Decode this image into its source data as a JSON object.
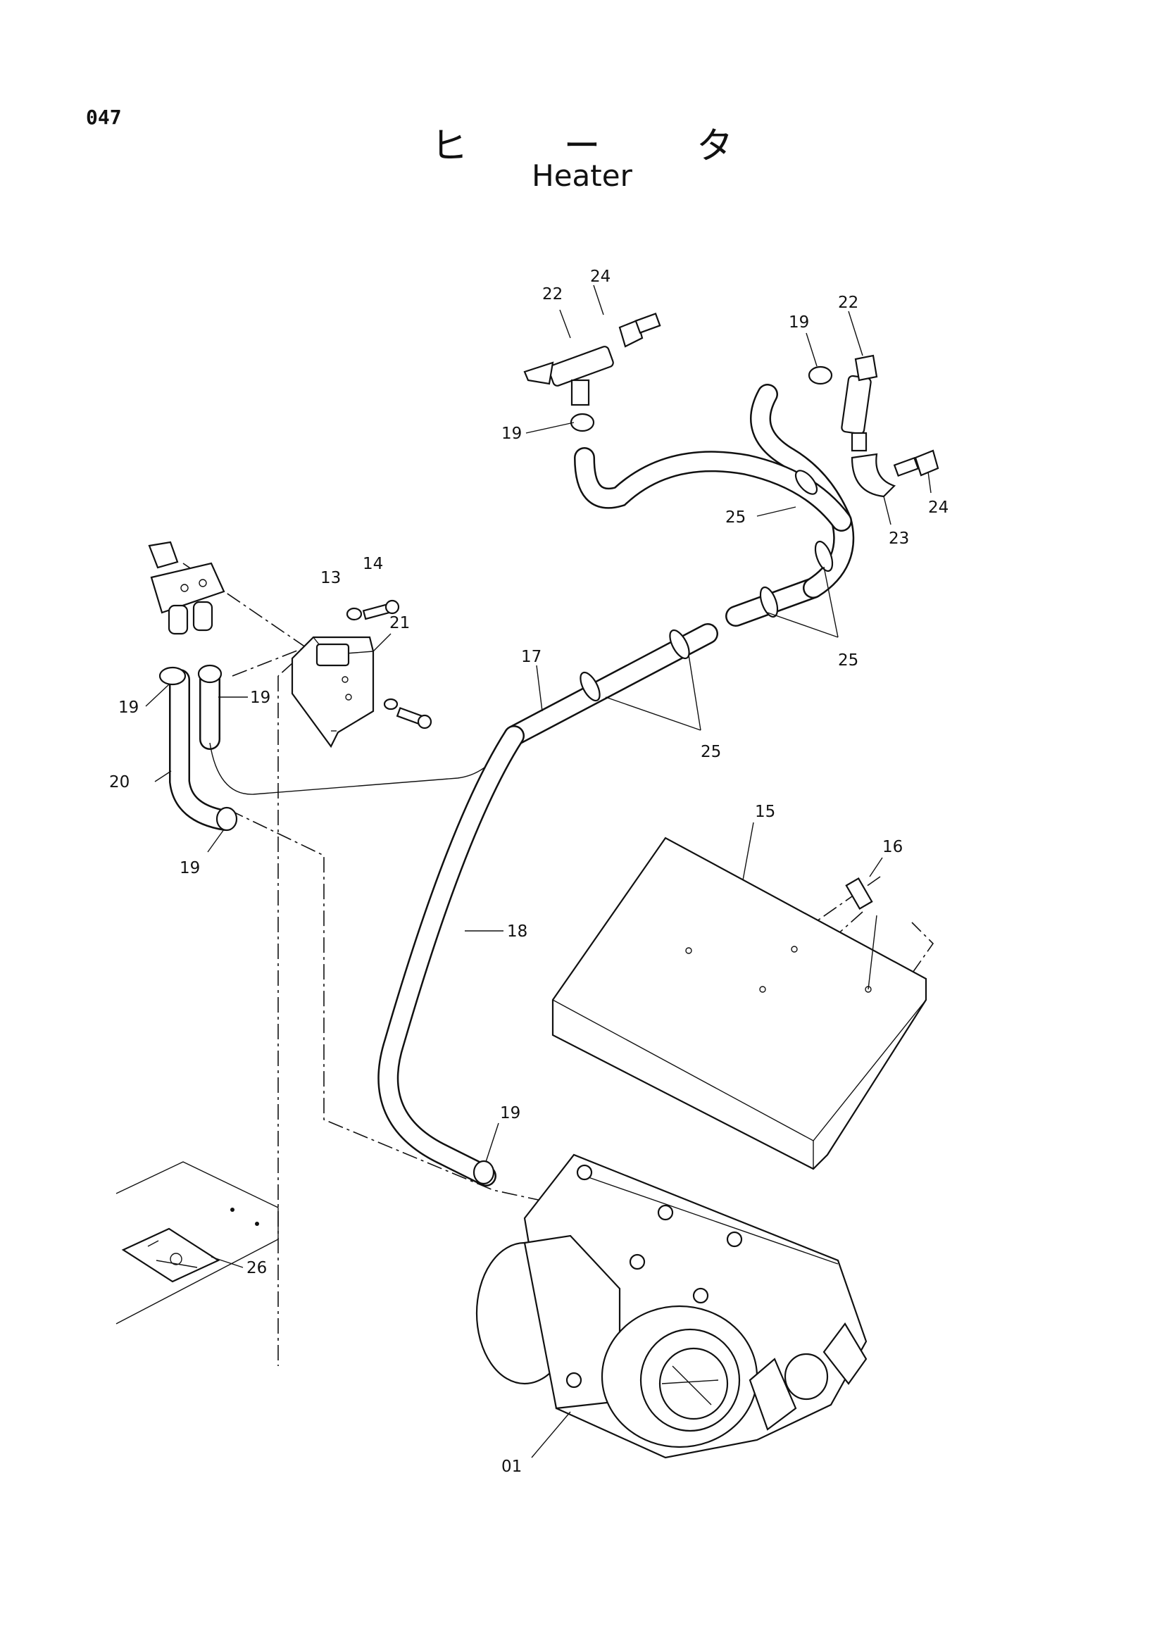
{
  "page": {
    "number": "047",
    "title_ja": "ヒ ー タ",
    "title_en": "Heater"
  },
  "callouts": {
    "c01": "01",
    "c13": "13",
    "c14": "14",
    "c15": "15",
    "c16": "16",
    "c17": "17",
    "c18": "18",
    "c19a": "19",
    "c19b": "19",
    "c19c": "19",
    "c19d": "19",
    "c19e": "19",
    "c19f": "19",
    "c20": "20",
    "c21": "21",
    "c22a": "22",
    "c22b": "22",
    "c23": "23",
    "c24a": "24",
    "c24b": "24",
    "c25a": "25",
    "c25b": "25",
    "c25c": "25",
    "c26": "26"
  }
}
